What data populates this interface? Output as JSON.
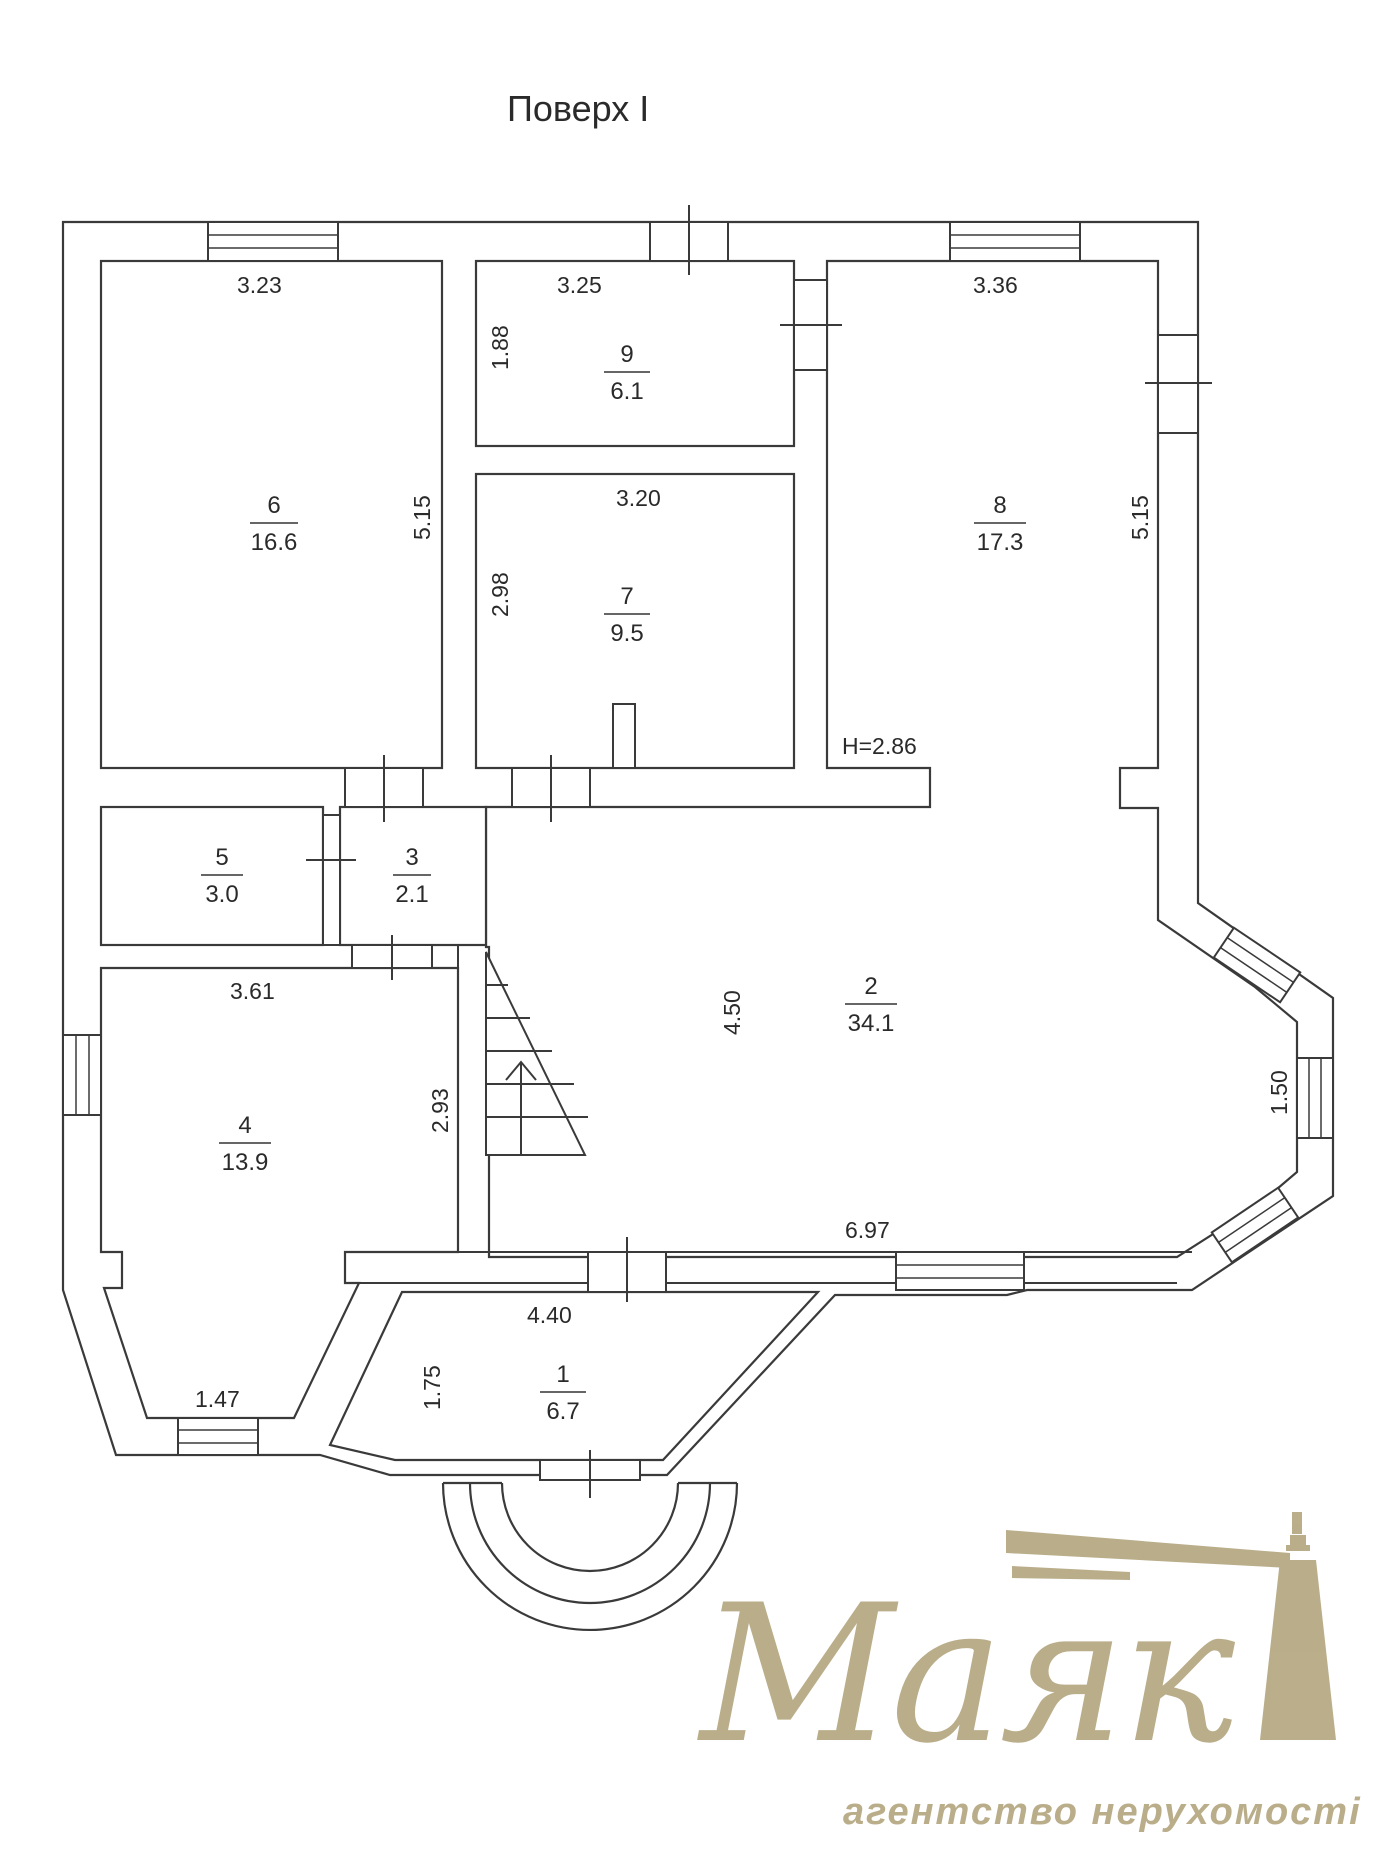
{
  "title": "Поверх І",
  "rooms": [
    {
      "number": "1",
      "area": "6.7"
    },
    {
      "number": "2",
      "area": "34.1"
    },
    {
      "number": "3",
      "area": "2.1"
    },
    {
      "number": "4",
      "area": "13.9"
    },
    {
      "number": "5",
      "area": "3.0"
    },
    {
      "number": "6",
      "area": "16.6"
    },
    {
      "number": "7",
      "area": "9.5"
    },
    {
      "number": "8",
      "area": "17.3"
    },
    {
      "number": "9",
      "area": "6.1"
    }
  ],
  "dimensions": {
    "room6_width": "3.23",
    "room6_height": "5.15",
    "room9_width": "3.25",
    "room9_height": "1.88",
    "room7_width": "3.20",
    "room7_height": "2.98",
    "room8_width": "3.36",
    "room8_height": "5.15",
    "ceiling_height": "H=2.86",
    "room4_width": "3.61",
    "room4_height": "2.93",
    "room4_bay": "1.47",
    "room2_depth": "4.50",
    "room2_bay": "1.50",
    "room2_width": "6.97",
    "room1_width": "4.40",
    "room1_depth": "1.75"
  },
  "watermark": {
    "brand": "Маяк",
    "tagline": "агентство нерухомості",
    "color": "#b3a57e"
  }
}
